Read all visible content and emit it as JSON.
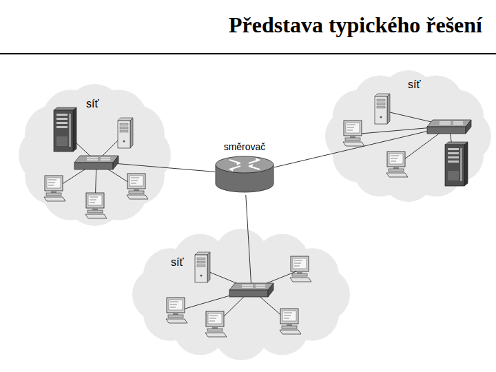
{
  "diagram": {
    "title": "Představa typického řešení",
    "nodes": [
      {
        "text": [
          "síť"
        ]
      },
      {
        "text": [
          "síť"
        ]
      },
      {
        "text": [
          "směrovač"
        ]
      },
      {
        "text": [
          "síť"
        ]
      }
    ],
    "edges": [
      {
        "from": 2,
        "to": 1,
        "arrow": "none"
      },
      {
        "from": 2,
        "to": 0,
        "arrow": "none"
      },
      {
        "from": 2,
        "to": 3,
        "arrow": "none"
      }
    ]
  }
}
